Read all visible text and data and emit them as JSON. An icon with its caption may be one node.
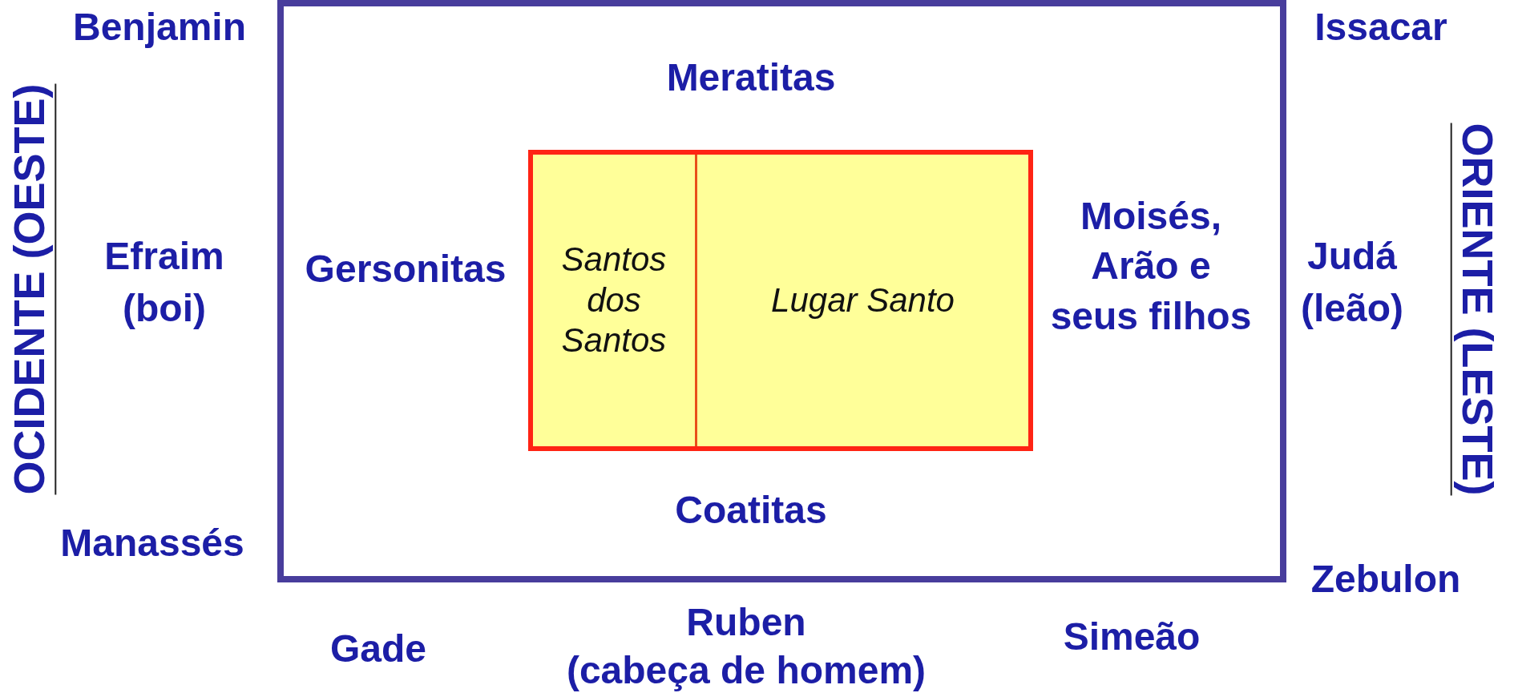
{
  "diagram": {
    "nodes": [
      {
        "text": [
          "Meratitas",
          "Gersonitas",
          "Moisés, Arão e seus filhos",
          "Coatitas"
        ]
      },
      {
        "text": [],
        "shape": "box",
        "in": 0
      },
      {
        "text": [
          "Santos dos Santos"
        ],
        "in": 1
      },
      {
        "text": [
          "Lugar Santo"
        ],
        "in": 1
      }
    ],
    "labels": [
      "Benjamin",
      "Issacar",
      "OCIDENTE (OESTE)",
      "ORIENTE (LESTE)",
      "Efraim",
      "(boi)",
      "Judá",
      "(leão)",
      "Manassés",
      "Zebulon",
      "Ruben",
      "Gade",
      "Simeão",
      "(cabeça de homem)"
    ]
  }
}
